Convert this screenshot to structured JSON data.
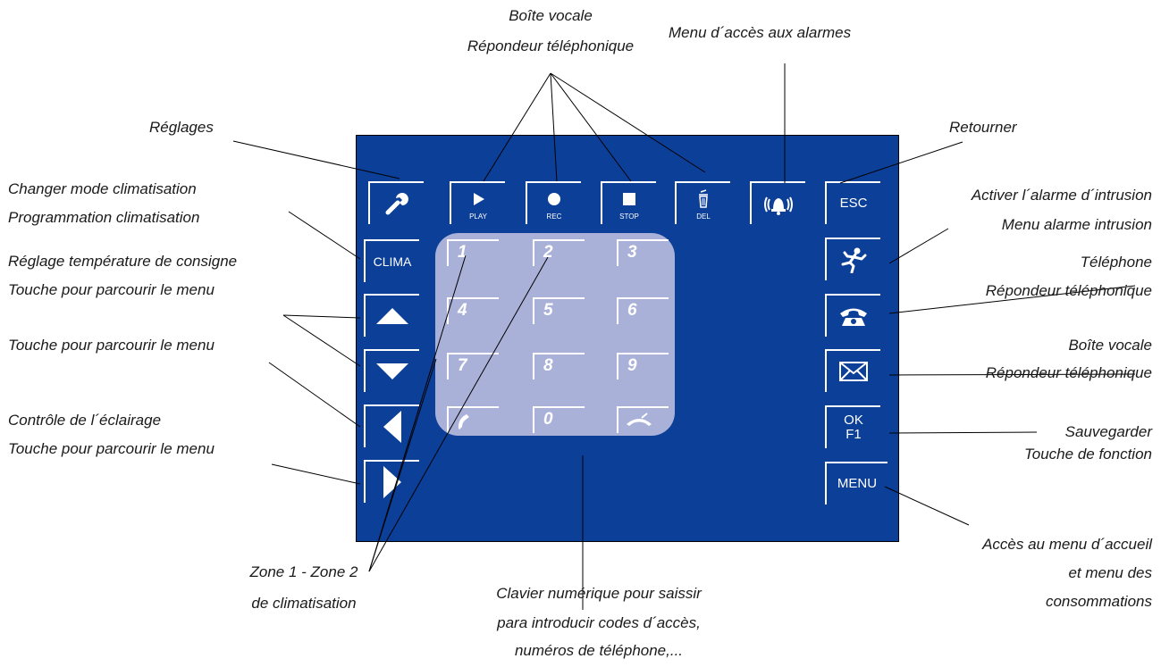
{
  "panel": {
    "colors": {
      "panel": "#0c3f98",
      "keypad": "#aab1d8",
      "line": "#ffffff"
    },
    "top_row": [
      {
        "name": "settings",
        "icon": "wrench-icon",
        "caption": ""
      },
      {
        "name": "play",
        "icon": "play-icon",
        "caption": "PLAY"
      },
      {
        "name": "rec",
        "icon": "record-icon",
        "caption": "REC"
      },
      {
        "name": "stop",
        "icon": "stop-icon",
        "caption": "STOP"
      },
      {
        "name": "del",
        "icon": "trash-icon",
        "caption": "DEL"
      },
      {
        "name": "alarm",
        "icon": "bell-icon",
        "caption": ""
      },
      {
        "name": "esc",
        "label": "ESC"
      }
    ],
    "left_column": [
      {
        "name": "clima",
        "label": "CLIMA"
      },
      {
        "name": "up",
        "icon": "arrow-up-icon"
      },
      {
        "name": "down",
        "icon": "arrow-down-icon"
      },
      {
        "name": "left",
        "icon": "arrow-left-icon"
      },
      {
        "name": "right",
        "icon": "arrow-right-icon"
      }
    ],
    "right_column": [
      {
        "name": "intrusion",
        "icon": "running-man-icon"
      },
      {
        "name": "phone",
        "icon": "telephone-icon"
      },
      {
        "name": "voicemail",
        "icon": "envelope-icon"
      },
      {
        "name": "ok-f1",
        "label_line1": "OK",
        "label_line2": "F1"
      },
      {
        "name": "menu",
        "label": "MENU"
      }
    ],
    "keypad_keys": [
      "1",
      "2",
      "3",
      "4",
      "5",
      "6",
      "7",
      "8",
      "9",
      "0"
    ],
    "keypad_icons": [
      "call-icon",
      "hang-up-icon"
    ]
  },
  "labels": {
    "voicemail_top_1": "Boîte vocale",
    "voicemail_top_2": "Répondeur téléphonique",
    "alarm_menu": "Menu d´accès aux alarmes",
    "settings": "Réglages",
    "return": "Retourner",
    "clima_1": "Changer mode climatisation",
    "clima_2": "Programmation climatisation",
    "intrusion_1": "Activer l´alarme d´intrusion",
    "intrusion_2": "Menu alarme intrusion",
    "temp_1": "Réglage température de consigne",
    "temp_2": "Touche pour parcourir le menu",
    "phone_1": "Téléphone",
    "phone_2": "Répondeur téléphonique",
    "menu_nav": "Touche pour parcourir le menu",
    "voicemail_right_1": "Boîte vocale",
    "voicemail_right_2": "Répondeur téléphonique",
    "light_1": "Contrôle de l´éclairage",
    "light_2": "Touche pour parcourir le menu",
    "save_1": "Sauvegarder",
    "save_2": "Touche de fonction",
    "home_1": "Accès au menu d´accueil",
    "home_2": "et menu des",
    "home_3": "consommations",
    "zone_1": "Zone 1 - Zone 2",
    "zone_2": "de climatisation",
    "keypad_1": "Clavier numérique pour saissir",
    "keypad_2": "para introducir codes d´accès,",
    "keypad_3": "numéros de téléphone,..."
  }
}
